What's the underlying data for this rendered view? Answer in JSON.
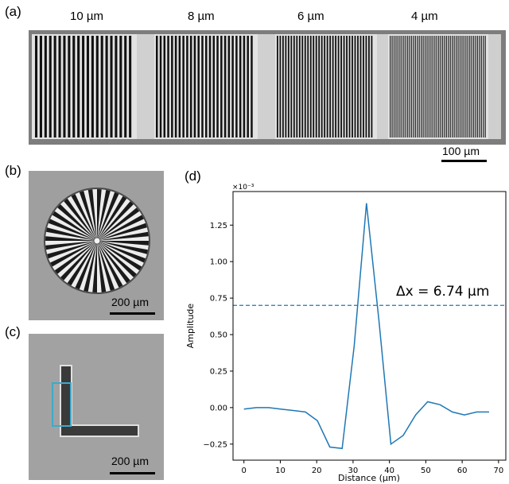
{
  "panels": {
    "a": {
      "label": "(a)",
      "gratings": [
        {
          "label": "10 µm",
          "period_um": 10,
          "lines": 21
        },
        {
          "label": "8 µm",
          "period_um": 8,
          "lines": 26
        },
        {
          "label": "6 µm",
          "period_um": 6,
          "lines": 35
        },
        {
          "label": "4 µm",
          "period_um": 4,
          "lines": 50
        }
      ],
      "scalebar": "100 µm"
    },
    "b": {
      "label": "(b)",
      "scalebar": "200 µm",
      "spokes": 36
    },
    "c": {
      "label": "(c)",
      "scalebar": "200 µm",
      "roi_color": "#3fa9c9"
    },
    "d": {
      "label": "(d)"
    }
  },
  "chart_data": {
    "type": "line",
    "title": "",
    "xlabel": "Distance (µm)",
    "ylabel": "Amplitude",
    "y_multiplier": "×10⁻³",
    "xlim": [
      -3,
      72
    ],
    "ylim": [
      -0.36,
      1.48
    ],
    "xticks": [
      0,
      10,
      20,
      30,
      40,
      50,
      60,
      70
    ],
    "yticks": [
      -0.25,
      0.0,
      0.25,
      0.5,
      0.75,
      1.0,
      1.25
    ],
    "ytick_labels": [
      "−0.25",
      "0.00",
      "0.25",
      "0.50",
      "0.75",
      "1.00",
      "1.25"
    ],
    "series": [
      {
        "color": "#1f77b4",
        "x": [
          0,
          3.4,
          6.8,
          10.1,
          13.5,
          16.9,
          20.2,
          23.6,
          27.0,
          30.3,
          33.7,
          37.1,
          40.4,
          43.8,
          47.2,
          50.5,
          53.9,
          57.3,
          60.6,
          64.0,
          67.4
        ],
        "y": [
          -0.01,
          0.0,
          0.0,
          -0.01,
          -0.02,
          -0.03,
          -0.09,
          -0.27,
          -0.28,
          0.42,
          1.4,
          0.6,
          -0.25,
          -0.19,
          -0.05,
          0.04,
          0.02,
          -0.03,
          -0.05,
          -0.03,
          -0.03
        ]
      }
    ],
    "threshold": {
      "y": 0.7,
      "style": "dashed",
      "color": "#1f77b4"
    },
    "annotation": "Δx = 6.74 µm",
    "grid": false
  }
}
